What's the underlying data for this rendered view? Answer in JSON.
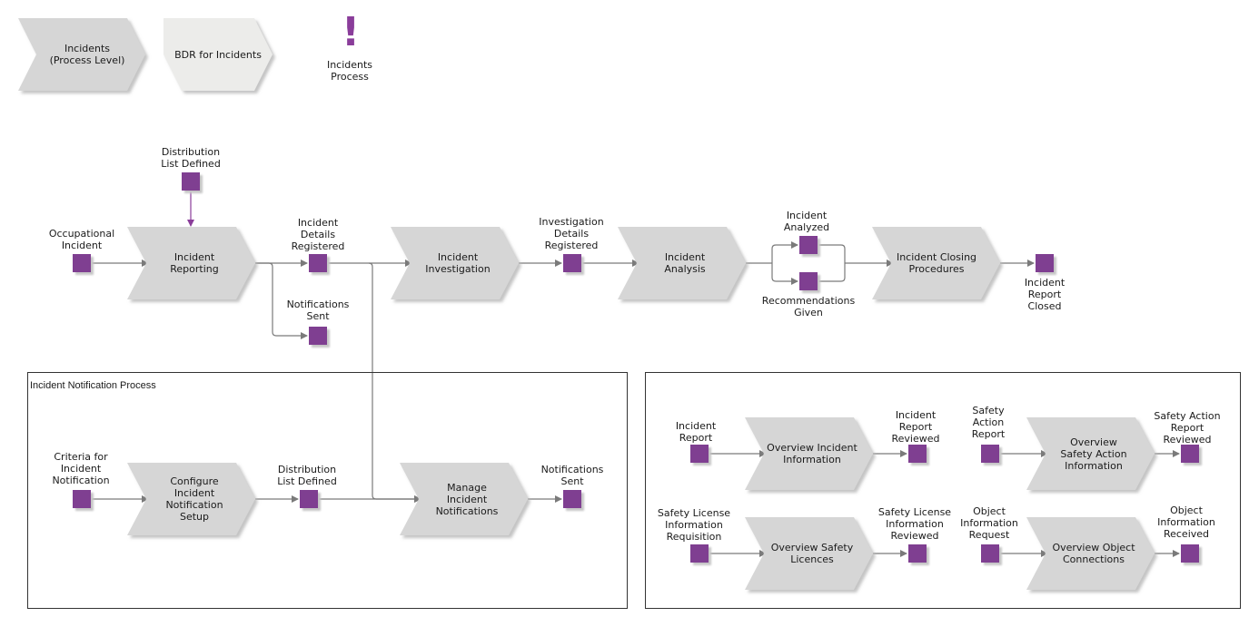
{
  "colors": {
    "event": "#7f3f91",
    "process": "#d6d6d6",
    "process_light": "#ececea",
    "connector": "#7a7a7a",
    "trigger_arrow": "#8a3d9a"
  },
  "icons": {
    "process_interface_icon": "exclamation-icon"
  },
  "header": {
    "incidents_process_level": "Incidents\n(Process Level)",
    "bdr_for_incidents": "BDR for Incidents",
    "incidents_process": "Incidents\nProcess"
  },
  "main_flow": {
    "distribution_list_defined": "Distribution\nList Defined",
    "occupational_incident": "Occupational\nIncident",
    "incident_reporting": "Incident\nReporting",
    "incident_details_registered": "Incident\nDetails\nRegistered",
    "notifications_sent": "Notifications\nSent",
    "incident_investigation": "Incident\nInvestigation",
    "investigation_details_registered": "Investigation\nDetails\nRegistered",
    "incident_analysis": "Incident\nAnalysis",
    "incident_analyzed": "Incident\nAnalyzed",
    "recommendations_given": "Recommendations\nGiven",
    "incident_closing_procedures": "Incident Closing\nProcedures",
    "incident_report_closed": "Incident\nReport\nClosed"
  },
  "notification_box": {
    "title": "Incident Notification Process",
    "criteria": "Criteria for\nIncident\nNotification",
    "configure_setup": "Configure\nIncident\nNotification\nSetup",
    "distribution_list_defined": "Distribution\nList Defined",
    "manage_notifications": "Manage\nIncident\nNotifications",
    "notifications_sent": "Notifications\nSent"
  },
  "overview_box": {
    "incident_report": "Incident\nReport",
    "overview_incident_information": "Overview Incident\nInformation",
    "incident_report_reviewed": "Incident\nReport\nReviewed",
    "safety_action_report": "Safety\nAction\nReport",
    "overview_safety_action_information": "Overview\nSafety Action\nInformation",
    "safety_action_report_reviewed": "Safety Action\nReport\nReviewed",
    "safety_license_information_requisition": "Safety License\nInformation\nRequisition",
    "overview_safety_licences": "Overview Safety\nLicences",
    "safety_license_information_reviewed": "Safety License\nInformation\nReviewed",
    "object_information_request": "Object\nInformation\nRequest",
    "overview_object_connections": "Overview Object\nConnections",
    "object_information_received": "Object\nInformation\nReceived"
  }
}
